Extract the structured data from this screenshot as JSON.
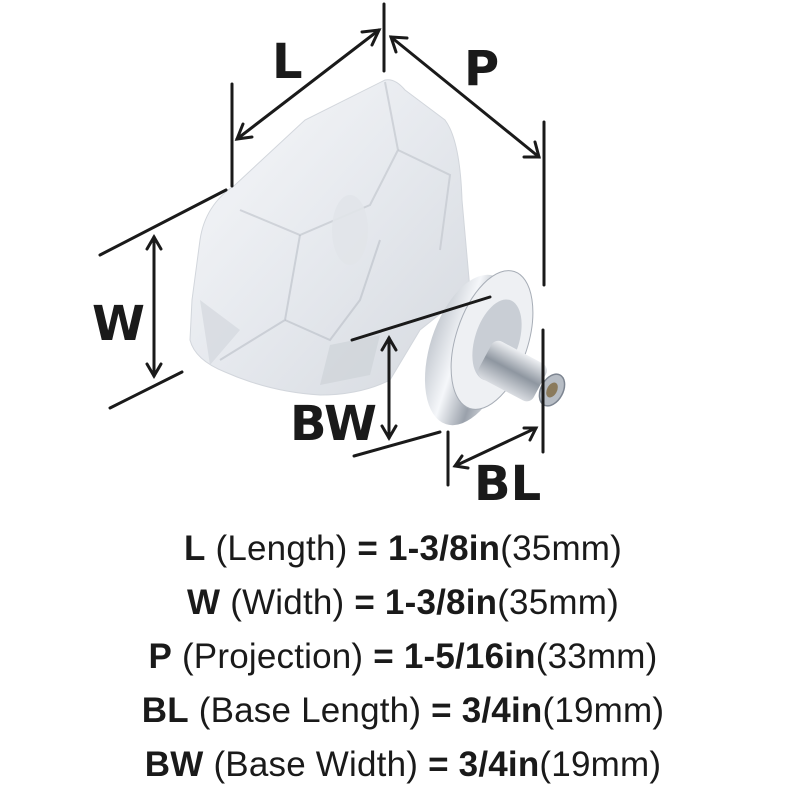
{
  "diagram": {
    "subject": "clear glass square cabinet knob with chrome base",
    "labels": {
      "L": "L",
      "P": "P",
      "W": "W",
      "BW": "BW",
      "BL": "BL"
    },
    "colors": {
      "line": "#1a1a1a",
      "glass": "#eef1f4",
      "glass_shadow": "#c9ced6",
      "chrome_light": "#f2f4f7",
      "chrome_dark": "#7d8591"
    }
  },
  "specs": [
    {
      "code": "L",
      "name": "(Length)",
      "eq": "=",
      "inches": "1-3/8in",
      "mm": "(35mm)"
    },
    {
      "code": "W",
      "name": "(Width)",
      "eq": "=",
      "inches": "1-3/8in",
      "mm": "(35mm)"
    },
    {
      "code": "P",
      "name": "(Projection)",
      "eq": "=",
      "inches": "1-5/16in",
      "mm": "(33mm)"
    },
    {
      "code": "BL",
      "name": "(Base Length)",
      "eq": "=",
      "inches": "3/4in",
      "mm": "(19mm)"
    },
    {
      "code": "BW",
      "name": "(Base Width)",
      "eq": "=",
      "inches": "3/4in",
      "mm": "(19mm)"
    }
  ]
}
